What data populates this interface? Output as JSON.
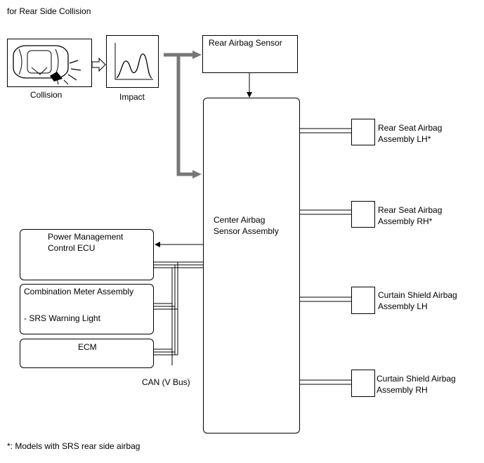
{
  "header": {
    "title": "for Rear Side Collision"
  },
  "collision": {
    "label": "Collision"
  },
  "impact": {
    "label": "Impact"
  },
  "rear_sensor": {
    "label": "Rear Airbag Sensor"
  },
  "center_sensor": {
    "label": "Center Airbag\nSensor Assembly"
  },
  "power_ecu": {
    "label": "Power Management\nControl ECU"
  },
  "meter": {
    "title": "Combination Meter Assembly",
    "item": "- SRS Warning Light"
  },
  "ecm": {
    "label": "ECM"
  },
  "can_bus": {
    "label": "CAN (V Bus)"
  },
  "outputs": [
    {
      "label": "Rear Seat Airbag\nAssembly LH*"
    },
    {
      "label": "Rear Seat Airbag\nAssembly RH*"
    },
    {
      "label": "Curtain Shield Airbag\nAssembly LH"
    },
    {
      "label": "Curtain Shield Airbag\nAssembly RH"
    }
  ],
  "footnote": {
    "text": "*: Models with SRS rear side airbag"
  },
  "colors": {
    "signal_arrow": "#777777",
    "line": "#000000"
  }
}
